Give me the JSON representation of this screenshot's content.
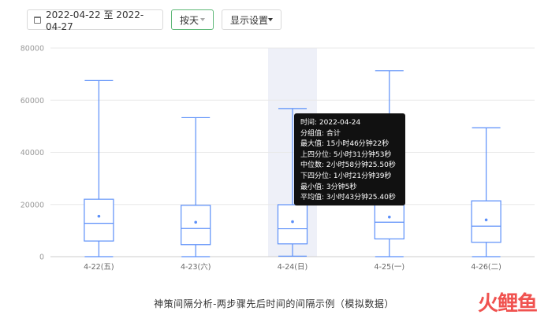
{
  "toolbar": {
    "date_range": "2022-04-22 至 2022-04-27",
    "granularity": "按天",
    "settings": "显示设置"
  },
  "colors": {
    "box": "#5b8ff9",
    "highlight_band": "#eef0f8",
    "grid": "#e8e8e8",
    "axis_text": "#999999",
    "tooltip_bg": "#111111"
  },
  "tooltip": {
    "time": "时间: 2022-04-24",
    "group": "分组值: 合计",
    "max": "最大值: 15小时46分钟22秒",
    "q3": "上四分位: 5小时31分钟53秒",
    "median": "中位数: 2小时58分钟25.50秒",
    "q1": "下四分位: 1小时21分钟39秒",
    "min": "最小值: 3分钟5秒",
    "mean": "平均值: 3小时43分钟25.40秒"
  },
  "caption": "神策间隔分析-两步骤先后时间的间隔示例（模拟数据）",
  "logo_text": "火鲤鱼",
  "chart_data": {
    "type": "boxplot",
    "categories": [
      "4-22(五)",
      "4-23(六)",
      "4-24(日)",
      "4-25(一)",
      "4-26(二)"
    ],
    "y_ticks": [
      "0",
      "20000",
      "40000",
      "60000",
      "80000"
    ],
    "ylim": [
      0,
      80000
    ],
    "highlighted_category": "4-24(日)",
    "boxes": [
      {
        "min": 0,
        "q1": 6000,
        "median": 12800,
        "q3": 22000,
        "max": 67500,
        "mean": 15500
      },
      {
        "min": 0,
        "q1": 4600,
        "median": 10800,
        "q3": 19700,
        "max": 53300,
        "mean": 13200
      },
      {
        "min": 185,
        "q1": 4899,
        "median": 10705.5,
        "q3": 19913,
        "max": 56782,
        "mean": 13405.4
      },
      {
        "min": 0,
        "q1": 6800,
        "median": 13200,
        "q3": 20500,
        "max": 71300,
        "mean": 15200
      },
      {
        "min": 0,
        "q1": 5500,
        "median": 11700,
        "q3": 21400,
        "max": 49400,
        "mean": 14100
      }
    ]
  }
}
